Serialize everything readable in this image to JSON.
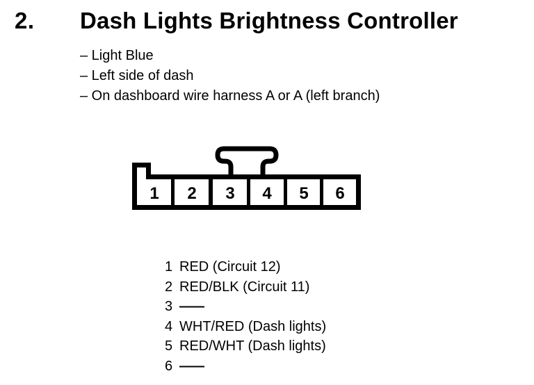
{
  "page": {
    "background_color": "#ffffff",
    "ink_color": "#000000"
  },
  "heading": {
    "number": "2.",
    "title": "Dash Lights Brightness Controller"
  },
  "bullets": [
    "– Light Blue",
    "– Left side of dash",
    "– On dashboard wire harness A or A (left branch)"
  ],
  "connector": {
    "description": "6-pin connector outline with left key step and top lock tab",
    "pin_numbers": [
      "1",
      "2",
      "3",
      "4",
      "5",
      "6"
    ]
  },
  "pin_list": {
    "rows": [
      {
        "num": "1",
        "label": "RED (Circuit 12)"
      },
      {
        "num": "2",
        "label": "RED/BLK (Circuit 11)"
      },
      {
        "num": "3",
        "label": "——"
      },
      {
        "num": "4",
        "label": "WHT/RED (Dash lights)"
      },
      {
        "num": "5",
        "label": "RED/WHT (Dash lights)"
      },
      {
        "num": "6",
        "label": "——"
      }
    ]
  }
}
